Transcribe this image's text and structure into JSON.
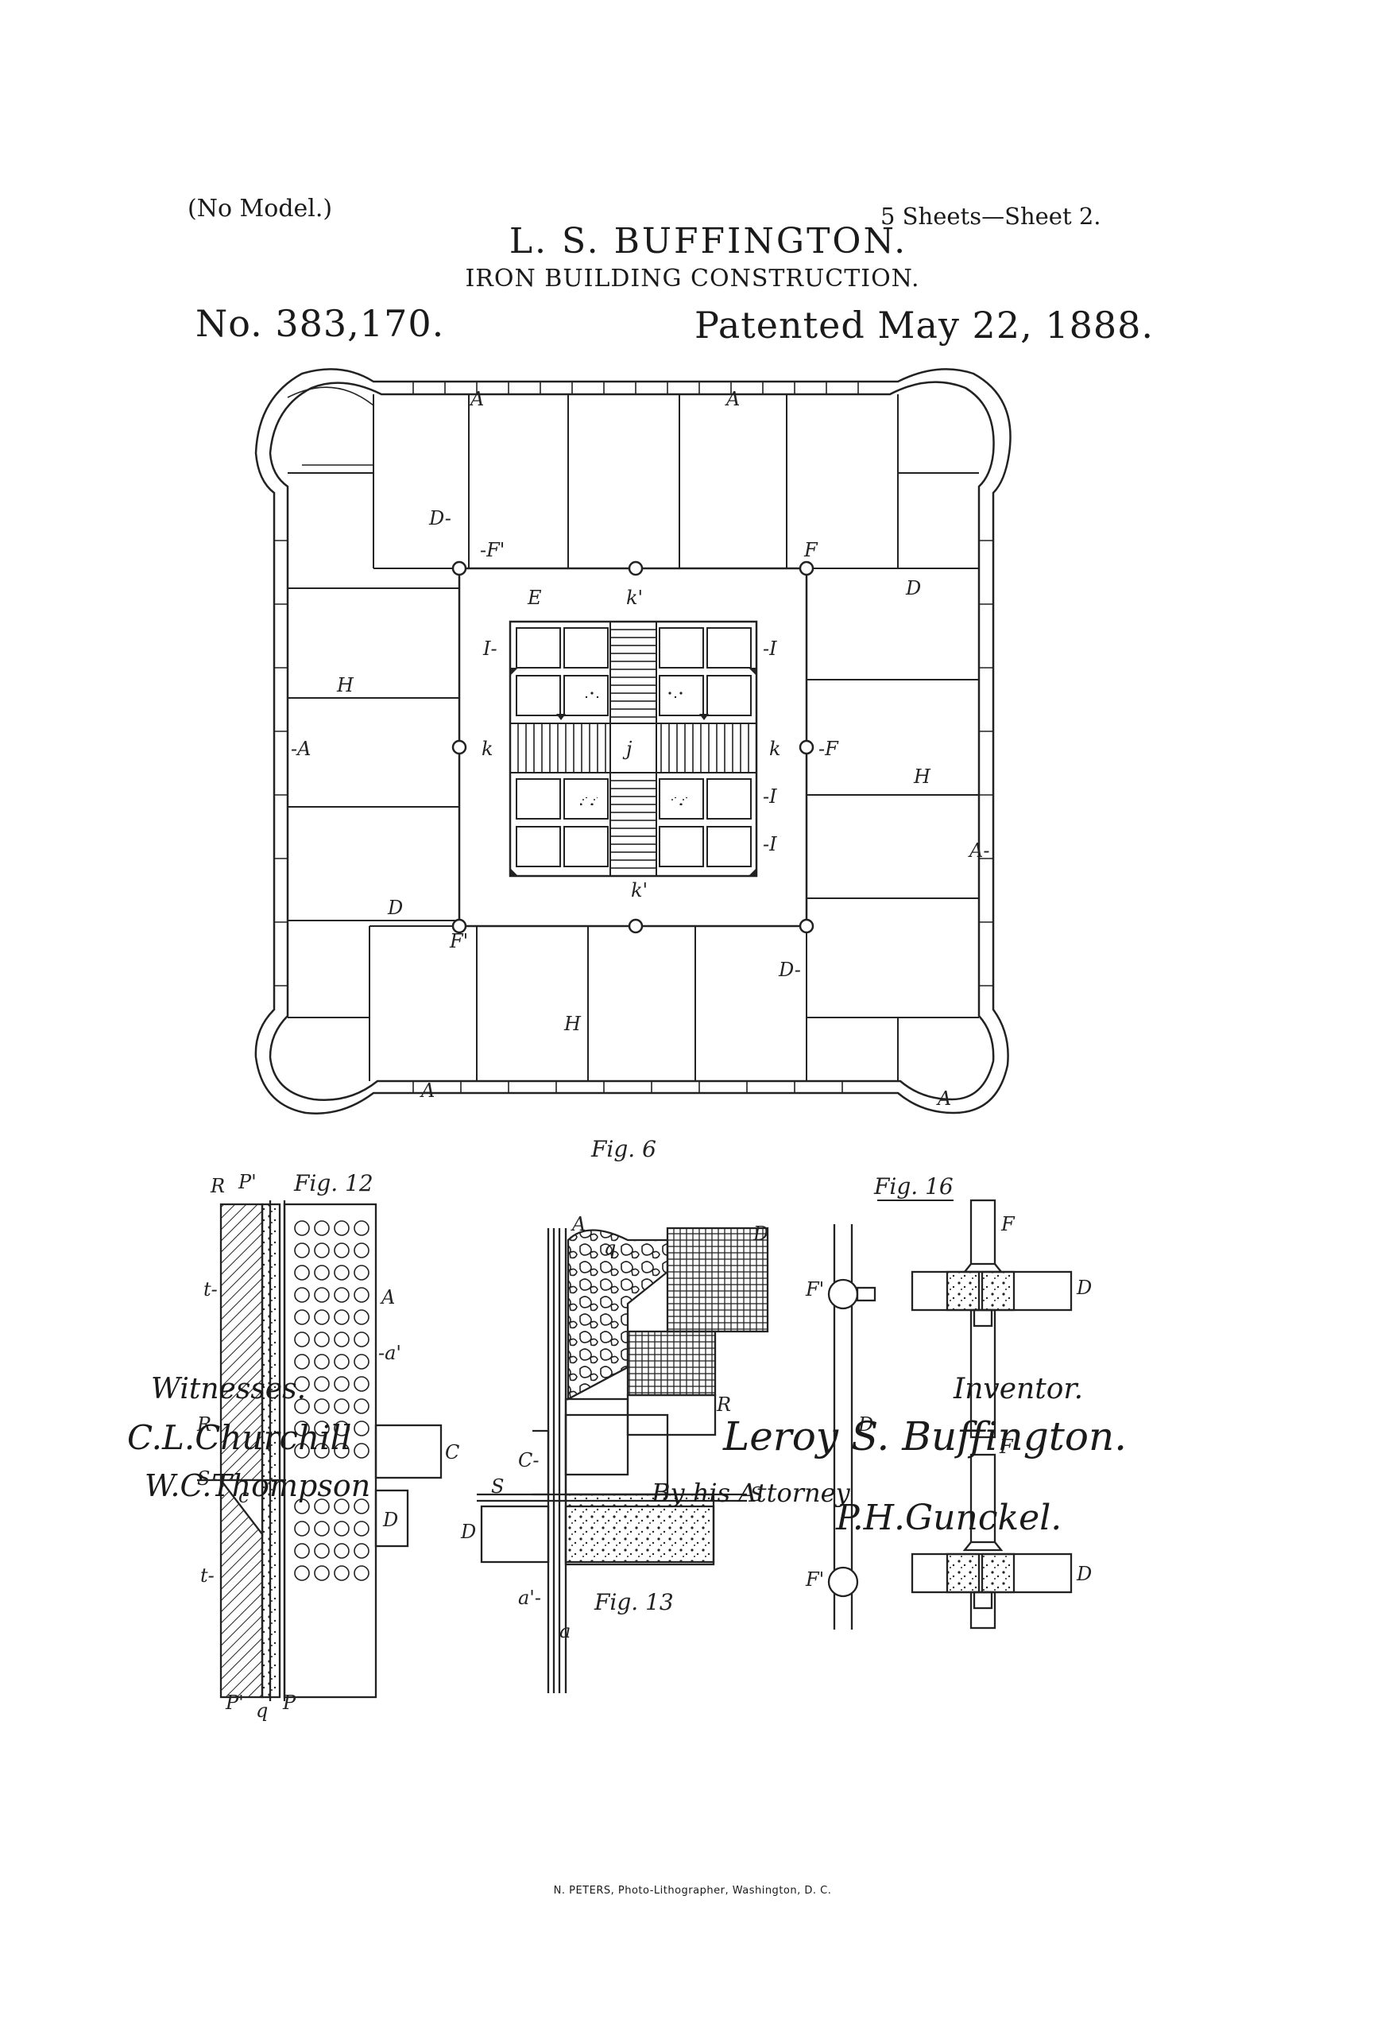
{
  "header": {
    "no_model": "(No Model.)",
    "sheets": "5 Sheets—Sheet 2.",
    "inventor_name": "L. S. BUFFINGTON.",
    "title": "IRON BUILDING CONSTRUCTION.",
    "patent_no": "No. 383,170.",
    "patented": "Patented May 22, 1888."
  },
  "figures": {
    "fig6": "Fig. 6",
    "fig12": "Fig. 12",
    "fig13": "Fig. 13",
    "fig16": "Fig. 16"
  },
  "labels": {
    "A": "A",
    "D": "D",
    "F": "F",
    "F1": "F'",
    "H": "H",
    "E": "E",
    "I": "I",
    "i": "i",
    "e": "e",
    "j": "j",
    "k": "k",
    "k1": "k'",
    "R": "R",
    "P": "P",
    "P1": "P'",
    "t": "t",
    "a1": "a'",
    "a": "a",
    "C": "C",
    "c": "c",
    "S": "S",
    "s": "s",
    "q": "q"
  },
  "footer": {
    "witnesses_label": "Witnesses.",
    "witness_1": "C.L.Churchill",
    "witness_2": "W.C.Thompson",
    "inventor_label": "Inventor.",
    "inventor_signature": "Leroy S. Buffington.",
    "attorney_line": "By his Attorney",
    "attorney_signature": "P.H.Gunckel.",
    "printer": "N. PETERS, Photo-Lithographer, Washington, D. C."
  }
}
